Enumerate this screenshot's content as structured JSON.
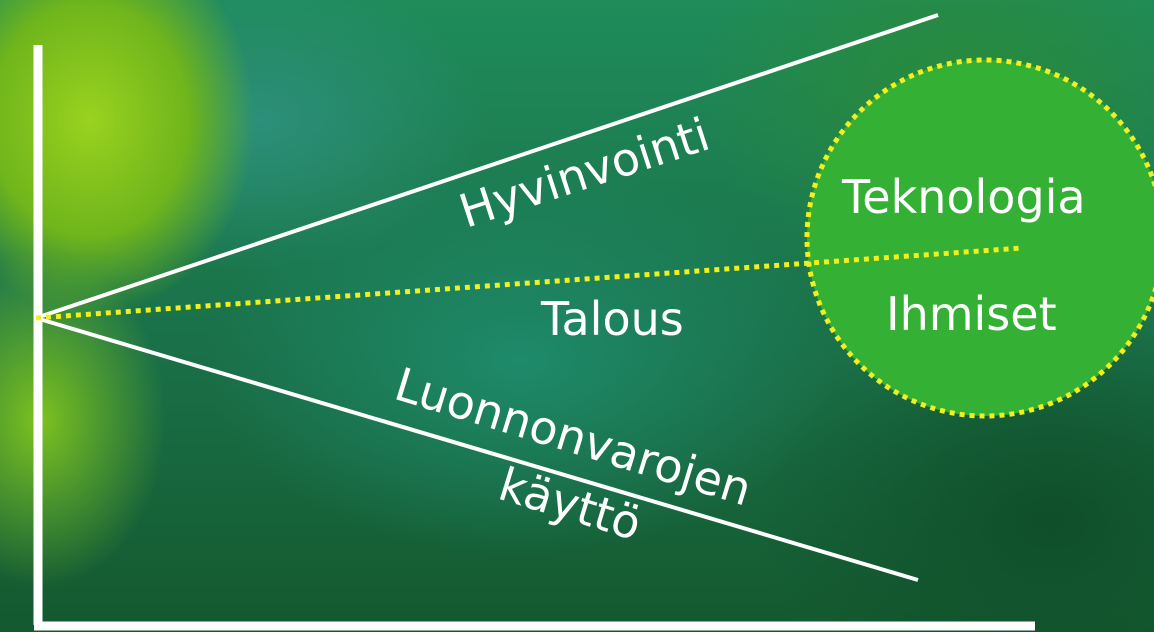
{
  "labels": {
    "hyvinvointi": "Hyvinvointi",
    "talous": "Talous",
    "luonnonvarojen": "Luonnonvarojen",
    "kayttö": "käyttö",
    "teknologia": "Teknologia",
    "ihmiset": "Ihmiset"
  },
  "colors": {
    "line": "#ffffff",
    "dotted": "#f0f020",
    "circle_fill": "#34b035",
    "text": "#ffffff"
  }
}
